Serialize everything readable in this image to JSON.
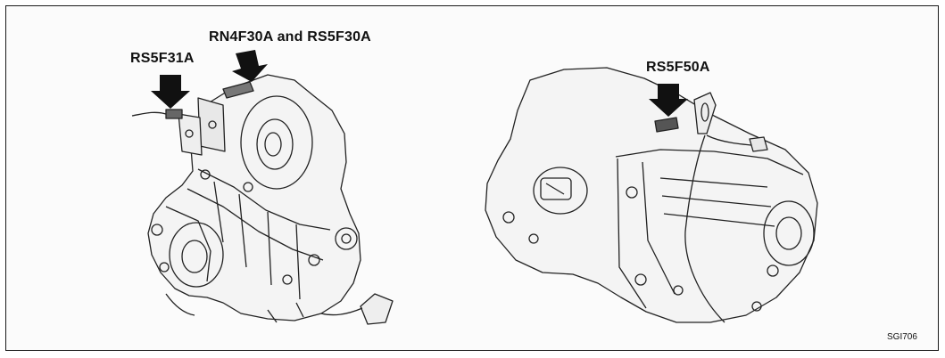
{
  "labels": {
    "left_top": "RN4F30A and RS5F30A",
    "left_mid": "RS5F31A",
    "right": "RS5F50A"
  },
  "figure_code": "SGI706",
  "colors": {
    "ink": "#111111",
    "frame": "#1a1a1a",
    "background": "#fbfbfb"
  },
  "icons": {
    "pointer": "down-arrow-icon"
  }
}
